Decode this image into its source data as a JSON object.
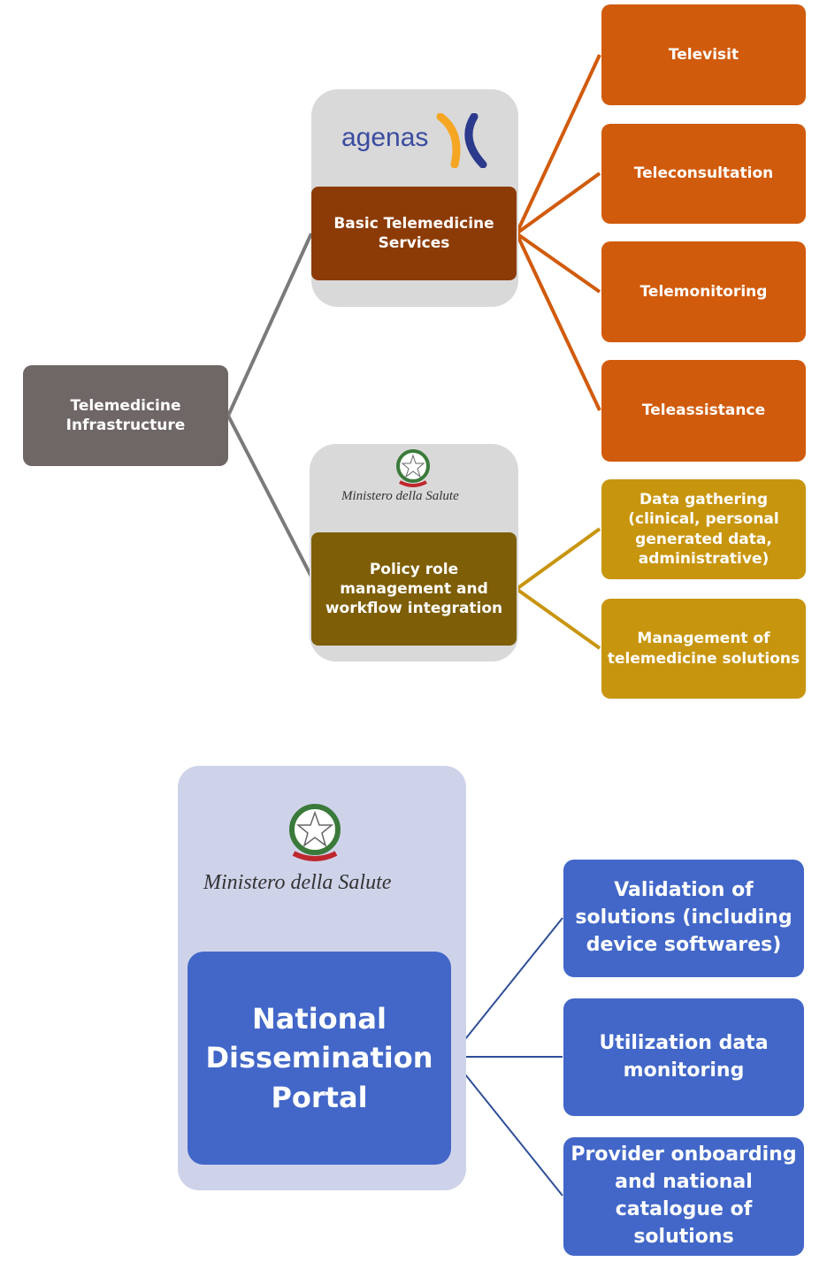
{
  "root": {
    "label": "Telemedicine Infrastructure"
  },
  "branch_top": {
    "logo_text": "agenas",
    "label": "Basic Telemedicine Services",
    "children": [
      "Televisit",
      "Teleconsultation",
      "Telemonitoring",
      "Teleassistance"
    ]
  },
  "branch_bottom": {
    "logo_text": "Ministero della Salute",
    "label": "Policy role management and workflow integration",
    "children": [
      "Data gathering (clinical, personal generated data, administrative)",
      "Management of telemedicine solutions"
    ]
  },
  "portal": {
    "logo_text": "Ministero della Salute",
    "label": "National Dissemination Portal",
    "children": [
      "Validation of solutions (including device softwares)",
      "Utilization data monitoring",
      "Provider onboarding and national catalogue of solutions"
    ]
  },
  "colors": {
    "root": "#6f6666",
    "orange": "#d15b0c",
    "gold": "#c8950e",
    "brown": "#8c3b06",
    "olive": "#7e5e06",
    "blue": "#4267c8",
    "connector_grey": "#7a7a7a",
    "connector_orange": "#d15b0c",
    "connector_gold": "#c8950e",
    "connector_blue": "#2f4f9a"
  },
  "icons": [
    "agenas-logo-icon",
    "italian-emblem-icon"
  ]
}
